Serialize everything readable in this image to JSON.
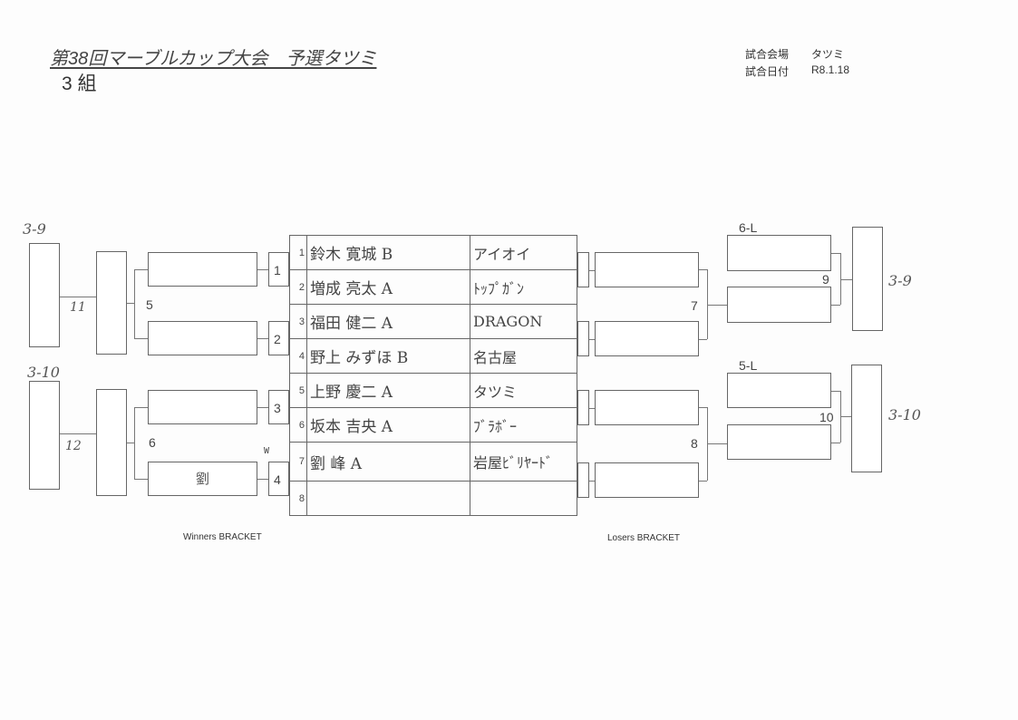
{
  "header": {
    "title": "第38回マーブルカップ大会　予選タツミ",
    "group": "3 組",
    "venue_label": "試合会場",
    "venue_value": "タツミ",
    "date_label": "試合日付",
    "date_value": "R8.1.18"
  },
  "entries": [
    {
      "no": "1",
      "name": "鈴木 寛城 B",
      "club": "アイオイ"
    },
    {
      "no": "2",
      "name": "増成 亮太 A",
      "club": "ﾄｯﾌﾟｶﾞﾝ"
    },
    {
      "no": "3",
      "name": "福田 健二 A",
      "club": "DRAGON"
    },
    {
      "no": "4",
      "name": "野上 みずほ B",
      "club": "名古屋"
    },
    {
      "no": "5",
      "name": "上野 慶二 A",
      "club": "タツミ"
    },
    {
      "no": "6",
      "name": "坂本 吉央 A",
      "club": "ﾌﾞﾗﾎﾞｰ"
    },
    {
      "no": "7",
      "name": "劉 峰 A",
      "club": "岩屋ﾋﾞﾘﾔｰﾄﾞ"
    },
    {
      "no": "8",
      "name": "",
      "club": ""
    }
  ],
  "winners": {
    "match_labels": [
      "1",
      "2",
      "3",
      "4",
      "5",
      "6"
    ],
    "match4_winner": "劉",
    "w_mark": "W",
    "upper_final_target": "3-9",
    "upper_final_match": "11",
    "lower_final_target": "3-10",
    "lower_final_match": "12",
    "caption": "Winners BRACKET"
  },
  "losers": {
    "match_labels": [
      "7",
      "8",
      "9",
      "10"
    ],
    "seed_upper": "6-L",
    "seed_lower": "5-L",
    "upper_target": "3-9",
    "lower_target": "3-10",
    "caption": "Losers BRACKET"
  }
}
